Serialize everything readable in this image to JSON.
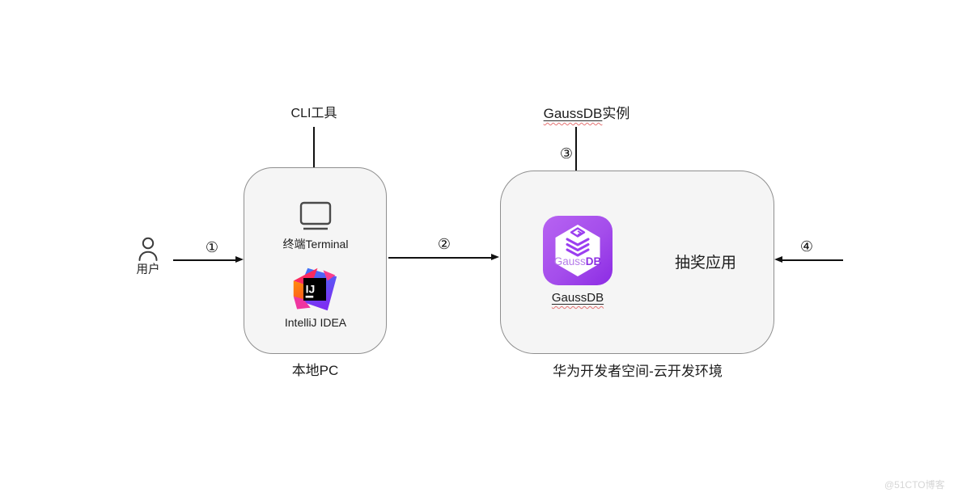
{
  "page": {
    "watermark": "@51CTO博客"
  },
  "user": {
    "label": "用户",
    "icon": "person-icon"
  },
  "local_pc": {
    "title": "本地PC",
    "cli_tool_label": "CLI工具",
    "terminal": {
      "label": "终端Terminal",
      "icon": "monitor-icon"
    },
    "intellij": {
      "label": "IntelliJ IDEA",
      "icon": "intellij-idea-logo",
      "monogram": "IJ"
    }
  },
  "cloud": {
    "title": "华为开发者空间-云开发环境",
    "instance_link_text": "GaussDB",
    "instance_suffix": "实例",
    "gaussdb": {
      "label": "GaussDB",
      "icon": "gaussdb-logo",
      "icon_text_regular": "Gauss",
      "icon_text_bold": "DB"
    },
    "app_label": "抽奖应用"
  },
  "arrows": {
    "a1": "①",
    "a2": "②",
    "a3": "③",
    "a4": "④"
  },
  "colors": {
    "box_fill": "#f5f5f5",
    "box_border": "#8f8f8f",
    "arrow": "#111111",
    "gaussdb_purple_light": "#b763f2",
    "gaussdb_purple_dark": "#8c2be4",
    "gaussdb_glyph": "#9b3ff0",
    "spellcheck_red": "#e57373",
    "intellij_pink": "#fb295f",
    "intellij_orange": "#fd7f11",
    "intellij_magenta": "#ef36a0",
    "intellij_blue": "#3a7bf8",
    "intellij_purple": "#7c2ff2"
  }
}
